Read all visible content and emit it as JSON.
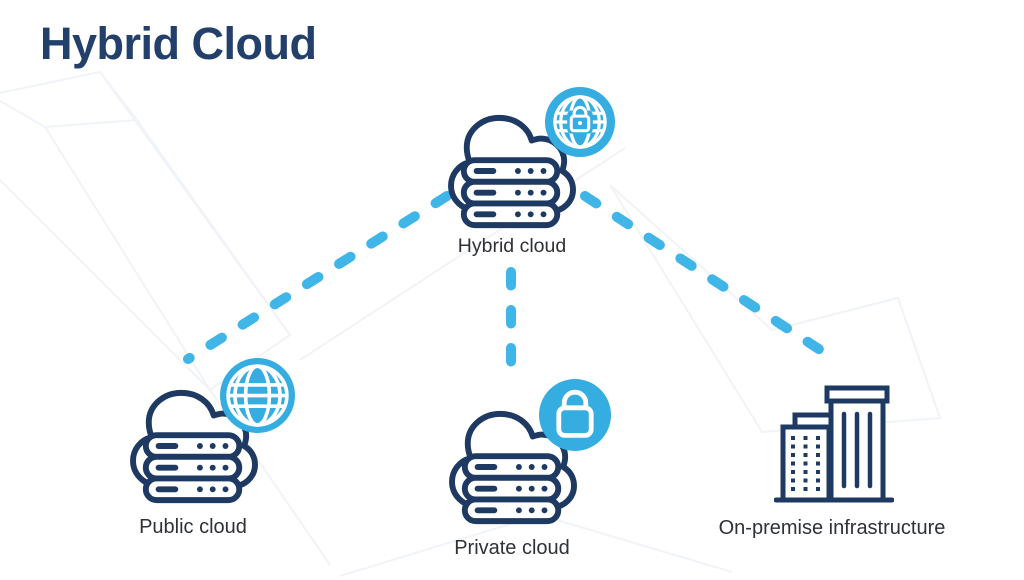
{
  "title": "Hybrid Cloud",
  "colors": {
    "title": "#23406B",
    "navy": "#1E3A62",
    "badge": "#36ADE0",
    "dash": "#3FB5E8",
    "label": "#2E3135",
    "mesh": "#F0F3F7"
  },
  "nodes": {
    "hybrid": {
      "label": "Hybrid cloud",
      "icon": "cloud-servers-icon",
      "badge_icon": "globe-lock-icon"
    },
    "public": {
      "label": "Public cloud",
      "icon": "cloud-servers-icon",
      "badge_icon": "globe-icon"
    },
    "private": {
      "label": "Private cloud",
      "icon": "cloud-servers-icon",
      "badge_icon": "lock-icon"
    },
    "onpremise": {
      "label": "On-premise infrastructure",
      "icon": "buildings-icon"
    }
  },
  "connections": [
    {
      "from": "Hybrid cloud",
      "to": "Public cloud",
      "style": "dashed"
    },
    {
      "from": "Hybrid cloud",
      "to": "Private cloud",
      "style": "dashed"
    },
    {
      "from": "Hybrid cloud",
      "to": "On-premise infrastructure",
      "style": "dashed"
    }
  ]
}
